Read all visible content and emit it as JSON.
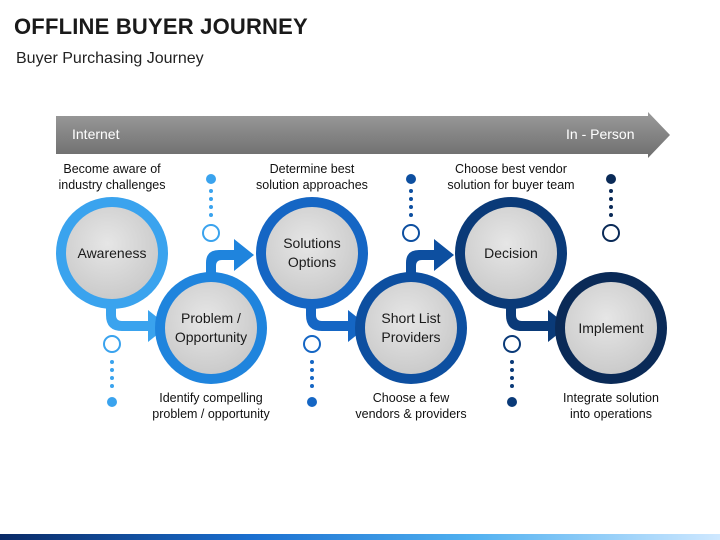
{
  "title": "OFFLINE BUYER JOURNEY",
  "subtitle": "Buyer Purchasing Journey",
  "bar": {
    "start": "Internet",
    "end": "In - Person"
  },
  "stages": [
    {
      "label_line1": "Awareness",
      "label_line2": "",
      "desc_line1": "Become aware of",
      "desc_line2": "industry challenges"
    },
    {
      "label_line1": "Problem /",
      "label_line2": "Opportunity",
      "desc_line1": "Identify compelling",
      "desc_line2": "problem / opportunity"
    },
    {
      "label_line1": "Solutions",
      "label_line2": "Options",
      "desc_line1": "Determine best",
      "desc_line2": "solution approaches"
    },
    {
      "label_line1": "Short List",
      "label_line2": "Providers",
      "desc_line1": "Choose a few",
      "desc_line2": "vendors & providers"
    },
    {
      "label_line1": "Decision",
      "label_line2": "",
      "desc_line1": "Choose best vendor",
      "desc_line2": "solution for buyer team"
    },
    {
      "label_line1": "Implement",
      "label_line2": "",
      "desc_line1": "Integrate solution",
      "desc_line2": "into operations"
    }
  ],
  "colors": {
    "stage1": "#3aa3ee",
    "stage2": "#1f84dd",
    "stage3": "#1566c4",
    "stage4": "#0d4fa0",
    "stage5": "#0a3a78",
    "stage6": "#0a2a57",
    "inner": "#d3d3d3",
    "bar": "#7a7a7a"
  }
}
